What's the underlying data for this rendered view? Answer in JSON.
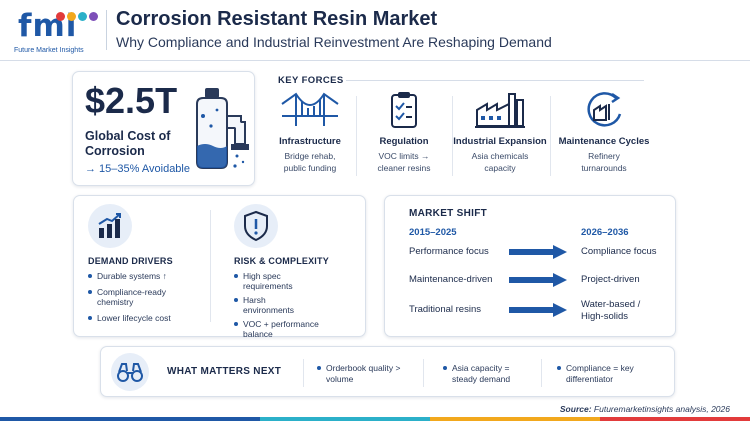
{
  "header": {
    "logo_mark": "fmi",
    "logo_name": "Future Market Insights",
    "title": "Corrosion Resistant Resin Market",
    "subtitle": "Why Compliance and Industrial Reinvestment Are Reshaping Demand"
  },
  "stat": {
    "value": "$2.5T",
    "label": "Global Cost of Corrosion",
    "note": "→ 15–35% Avoidable"
  },
  "key_forces": {
    "title": "KEY FORCES",
    "items": [
      {
        "name": "Infrastructure",
        "desc": "Bridge rehab, public funding",
        "icon": "bridge-icon"
      },
      {
        "name": "Regulation",
        "desc": "VOC limits → cleaner resins",
        "icon": "clipboard-check-icon"
      },
      {
        "name": "Industrial Expansion",
        "desc": "Asia chemicals capacity",
        "icon": "factory-icon"
      },
      {
        "name": "Maintenance Cycles",
        "desc": "Refinery turnarounds",
        "icon": "cycle-factory-icon"
      }
    ]
  },
  "drivers": {
    "title": "DEMAND DRIVERS",
    "items": [
      "Durable systems ↑",
      "Compliance-ready chemistry",
      "Lower lifecycle cost"
    ]
  },
  "risk": {
    "title": "RISK & COMPLEXITY",
    "items": [
      "High spec requirements",
      "Harsh environments",
      "VOC + performance balance"
    ]
  },
  "market_shift": {
    "title": "MARKET SHIFT",
    "period_from": "2015–2025",
    "period_to": "2026–2036",
    "rows": [
      {
        "from": "Performance focus",
        "to": "Compliance focus"
      },
      {
        "from": "Maintenance-driven",
        "to": "Project-driven"
      },
      {
        "from": "Traditional resins",
        "to": "Water-based / High-solids"
      }
    ]
  },
  "what_matters": {
    "title": "WHAT MATTERS NEXT",
    "items": [
      "Orderbook quality > volume",
      "Asia capacity = steady demand",
      "Compliance = key differentiator"
    ]
  },
  "source": {
    "label": "Source:",
    "text": "Futuremarketinsights analysis, 2026"
  },
  "colors": {
    "navy": "#1b2a4a",
    "accent": "#1f58a6",
    "logo_dots": [
      "#e23b3b",
      "#f2a81d",
      "#2bb0c9",
      "#7d4fb8"
    ],
    "bottom_bar": [
      "#1f58a6",
      "#2bb0c9",
      "#f2a81d",
      "#e23b3b"
    ]
  }
}
